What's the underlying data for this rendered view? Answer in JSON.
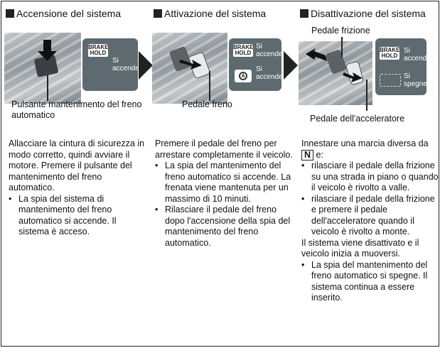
{
  "sections": [
    {
      "title": "Accensione del sistema",
      "callout": "Pulsante mantenimento del freno automatico",
      "indicator": {
        "badge": "BRAKE HOLD",
        "status": "Si accende"
      },
      "intro": "Allacciare la cintura di sicurezza in modo corretto, quindi avviare il motore. Premere il pulsante del mantenimento del freno automatico.",
      "bullets": [
        "La spia del sistema di mantenimento del freno automatico si accende. Il sistema è acceso."
      ]
    },
    {
      "title": "Attivazione del sistema",
      "callout": "Pedale freno",
      "indicator": {
        "badge": "BRAKE HOLD",
        "status": "Si accende",
        "status2": "Si accende"
      },
      "intro": "Premere il pedale del freno per arrestare completamente il veicolo.",
      "bullets": [
        "La spia del mantenimento del freno automatico si accende. La frenata viene mantenuta per un massimo di 10 minuti.",
        "Rilasciare il pedale del freno dopo l'accensione della spia del mantenimento del freno automatico."
      ]
    },
    {
      "title": "Disattivazione del sistema",
      "callout_top": "Pedale frizione",
      "callout_bottom": "Pedale dell'acceleratore",
      "indicator": {
        "badge": "BRAKE HOLD",
        "status": "Si accende",
        "status2": "Si spegne"
      },
      "intro_before": "Innestare una marcia diversa da",
      "gear": "N",
      "intro_after": "e:",
      "bullets": [
        "rilasciare il pedale della frizione su una strada in piano o quando il veicolo è rivolto a valle.",
        "rilasciare il pedale della frizione e premere il pedale dell'acceleratore quando il veicolo è rivolto a monte."
      ],
      "middle": "Il sistema viene disattivato e il veicolo inizia a muoversi.",
      "bullets2": [
        "La spia del mantenimento del freno automatico si spegne. Il sistema continua a essere inserito."
      ]
    }
  ]
}
